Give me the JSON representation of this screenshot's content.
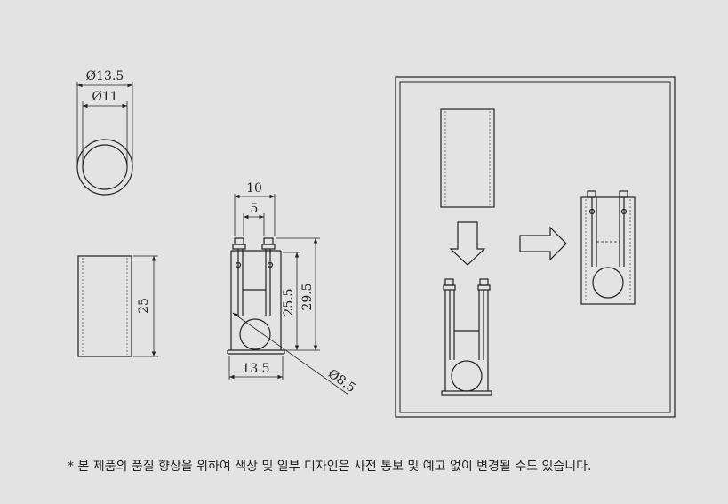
{
  "dimensions": {
    "outer_diameter": "Ø13.5",
    "inner_diameter": "Ø11",
    "sleeve_height": "25",
    "clip_width_outer": "10",
    "clip_width_inner": "5",
    "clip_height_inner": "25.5",
    "clip_height_outer": "29.5",
    "base_width": "13.5",
    "ball_diameter": "Ø8.5"
  },
  "footer": {
    "note": "* 본 제품의 품질 향상을 위하여 색상 및 일부 디자인은 사전 통보 및 예고 없이 변경될 수도 있습니다."
  },
  "colors": {
    "background": "#e3e3e3",
    "line": "#222222"
  }
}
